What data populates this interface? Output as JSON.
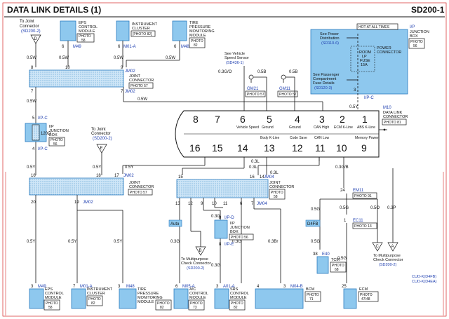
{
  "header": {
    "title": "DATA LINK DETAILS (1)",
    "code": "SD200-1"
  },
  "top_components": {
    "to_joint_1": {
      "label_1": "To Joint",
      "label_2": "Connector",
      "ref": "(SD200-2)",
      "letter": "D"
    },
    "eps_top": {
      "pin": "6",
      "id": "M49",
      "name_1": "EPS",
      "name_2": "CONTROL",
      "name_3": "MODULE",
      "photo": "PHOTO",
      "photo_num": "58"
    },
    "ic_top": {
      "pin": "6",
      "id": "M01-A",
      "name_1": "INSTRUMENT",
      "name_2": "CLUSTER",
      "photo": "[PHOTO 82]"
    },
    "tpms_top": {
      "pin": "6",
      "id": "M48",
      "name_1": "TIRE",
      "name_2": "PRESSURE",
      "name_3": "MONITORING",
      "name_4": "MODULE",
      "photo": "PHOTO",
      "photo_num": "82"
    }
  },
  "wires": {
    "w05_a": "0.5W",
    "w05_b": "0.5W",
    "w05_c": "0.5W",
    "w05_d": "0.5W",
    "w05_e": "0.5W",
    "w05_f": "0.5W",
    "w05y_a": "0.5Y",
    "w03g_o": "0.3G/O",
    "w05b_a": "0.5B",
    "w05b_b": "0.5B",
    "w05b_c": "0.5B",
    "w03l_a": "0.3L",
    "w03l_b": "0.3L",
    "w03l_c": "0.3L",
    "w05y_b": "0.5Y",
    "w05y_c": "0.5Y",
    "w05y_d": "0.5Y",
    "w05y_e": "0.5Y",
    "w05y_f": "0.5Y",
    "w05y_g": "0.5Y",
    "w03g_a": "0.3G",
    "w03g_b": "0.3G",
    "w03g_c": "0.3G",
    "w03g_d": "0.3G",
    "w03br": "0.3Br",
    "w03l_d": "0.3L",
    "w03gb": "0.3G/B",
    "w05g_a": "0.5G",
    "w05o": "0.5O",
    "w03p": "0.3P",
    "w05g_b": "0.5G",
    "w05g_c": "0.5G",
    "w05g_d": "0.5G"
  },
  "jm02_top": {
    "pins": [
      "8",
      "10",
      "9",
      "7",
      "1",
      "7"
    ],
    "id": "JM02",
    "name_1": "JOINT",
    "name_2": "CONNECTOR",
    "photo": "PHOTO 57"
  },
  "ijb": {
    "header": "HOT AT ALL TIMES",
    "id": "I/P",
    "name_1": "JUNCTION",
    "name_2": "BOX",
    "photo": "PHOTO",
    "photo_num": "56",
    "see_1": "See Power",
    "see_2": "Distribution",
    "see_ref": "(SD110-6)",
    "pc_1": "POWER",
    "pc_2": "CONNECTOR",
    "fuse_1": "ROOM",
    "fuse_2": "LP",
    "fuse_3": "FUSE",
    "fuse_4": "15A",
    "comp_1": "See Passenger",
    "comp_2": "Compartment",
    "comp_3": "Fuse Details",
    "comp_ref": "(SD120-3)",
    "pin": "3",
    "conn": "I/P-C"
  },
  "dlc": {
    "id": "M10",
    "name_1": "DATA LINK",
    "name_2": "CONNECTOR",
    "photo": "PHOTO 81",
    "pins_top": [
      "8",
      "7",
      "6",
      "5",
      "4",
      "3",
      "2",
      "1"
    ],
    "pins_bottom": [
      "16",
      "15",
      "14",
      "13",
      "12",
      "11",
      "10",
      "9"
    ],
    "labels": [
      "Vehicle Speed",
      "Ground",
      "Ground",
      "CAN High",
      "ECM K-Line",
      "ABS K-Line",
      "Body K-Line",
      "Code Save",
      "CAN Low",
      "Memory Power"
    ]
  },
  "vss": {
    "see_1": "See Vehicle",
    "see_2": "Speed Sensor",
    "ref": "(SD436-1)"
  },
  "grounds": {
    "g1": "GM21",
    "g1_photo": "PHOTO 57",
    "g2": "GM11",
    "g2_photo": "PHOTO 57"
  },
  "ijb_left": {
    "pin_top": "5",
    "conn_top": "I/P-C",
    "name_1": "I/P",
    "name_2": "JUNCTION",
    "name_3": "BOX",
    "photo": "PHOTO",
    "photo_num": "56",
    "resistor": "120Ω",
    "pin_bottom": "4",
    "conn_bottom": "I/P-C"
  },
  "to_joint_2": {
    "label_1": "To Joint",
    "label_2": "Connector",
    "ref": "(SD200-2)",
    "letter": "E"
  },
  "jm02_mid": {
    "pins_top": [
      "16",
      "18",
      "17"
    ],
    "id_top": "JM02",
    "pins_bottom": [
      "20",
      "19"
    ],
    "id_bottom": "JM02",
    "name_1": "JOINT",
    "name_2": "CONNECTOR",
    "photo": "PHOTO 57"
  },
  "jm04": {
    "pins_top": [
      "15",
      "16",
      "14"
    ],
    "id_top": "JM04",
    "pins_bottom": [
      "13",
      "12",
      "9",
      "10",
      "11",
      "6",
      "7"
    ],
    "id_bottom": "JM04",
    "name_1": "JOINT",
    "name_2": "CONNECTOR",
    "photo": "PHOTO",
    "photo_num": "58"
  },
  "ipjb_d": {
    "pin_top": "8",
    "conn_top": "I/P-D",
    "name_1": "I/P",
    "name_2": "JUNCTION",
    "name_3": "BOX",
    "photo": "PHOTO 56",
    "pin_bottom": "8",
    "conn_bottom": "I/P-E",
    "auto": "Auto"
  },
  "to_mpcc_1": {
    "letter": "B",
    "label_1": "To Multipurpose",
    "label_2": "Check Connector",
    "ref": "(SD200-2)"
  },
  "d4fb": "D4FB",
  "em11": {
    "pin": "24",
    "id": "EM11",
    "photo": "PHOTO 91"
  },
  "ec11": {
    "pin": "1",
    "id": "EC11",
    "photo": "PHOTO 13"
  },
  "tcm": {
    "pin": "38",
    "id": "E40",
    "name": "TCM",
    "photo": "PHOTO",
    "photo_num": "68"
  },
  "to_mpcc_2": {
    "letter_1": "C",
    "letter_2": "A",
    "label_1": "To Multipurpose",
    "label_2": "Check Connector",
    "ref": "(SD200-2)"
  },
  "bottom_components": {
    "eps": {
      "pin": "3",
      "id": "M49",
      "name_1": "EPS",
      "name_2": "CONTROL",
      "name_3": "MODULE",
      "photo": "PHOTO",
      "photo_num": "58"
    },
    "ic": {
      "pin": "7",
      "id": "M01-A",
      "name_1": "INSTRUMENT",
      "name_2": "CLUSTER",
      "photo": "PHOTO",
      "photo_num": "82"
    },
    "tpms": {
      "pin": "3",
      "id": "M48",
      "name_1": "TIRE",
      "name_2": "PRESSURE",
      "name_3": "MONITORING",
      "name_4": "MODULE",
      "photo": "PHOTO",
      "photo_num": "82"
    },
    "ac": {
      "pin": "6",
      "id": "M05-A",
      "name_1": "A/C",
      "name_2": "CONTROL",
      "name_3": "MODULE",
      "photo": "PHOTO",
      "photo_num": "73"
    },
    "srs": {
      "pin": "3",
      "id": "A01-A",
      "name_1": "SRS",
      "name_2": "CONTROL",
      "name_3": "MODULE",
      "photo": "PHOTO",
      "photo_num": "82"
    },
    "bcm": {
      "pin_l": "4",
      "pin_r": "3",
      "id": "M04-B",
      "name": "BCM",
      "photo": "PHOTO",
      "photo_num": "71"
    },
    "ecm": {
      "pin": "25",
      "cud": "CUD-K(D4FB)",
      "cud2": "CUD-K(D4EA)",
      "name": "ECM",
      "photo": "PHOTO",
      "photo_num": "47/48"
    }
  }
}
